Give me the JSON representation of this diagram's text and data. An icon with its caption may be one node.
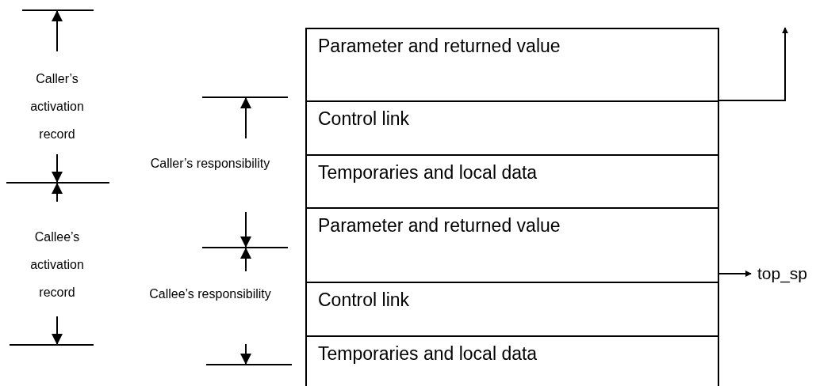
{
  "diagram": {
    "nodes": [
      {
        "text": [
          "Parameter and returned value"
        ]
      },
      {
        "text": [
          "Control link"
        ]
      },
      {
        "text": [
          "Temporaries and local data"
        ]
      },
      {
        "text": [
          "Parameter and returned value"
        ]
      },
      {
        "text": [
          "Control link"
        ]
      },
      {
        "text": [
          "Temporaries and local data"
        ]
      },
      {
        "text": [
          "top_sp"
        ]
      }
    ],
    "edges": [
      {
        "from": 0,
        "to": null,
        "arrow": "to"
      },
      {
        "from": 3,
        "to": 6,
        "arrow": "to"
      }
    ],
    "labels": [
      "Caller’s activation record",
      "Callee’s activation record",
      "Caller’s responsibility",
      "Callee’s responsibility"
    ]
  }
}
